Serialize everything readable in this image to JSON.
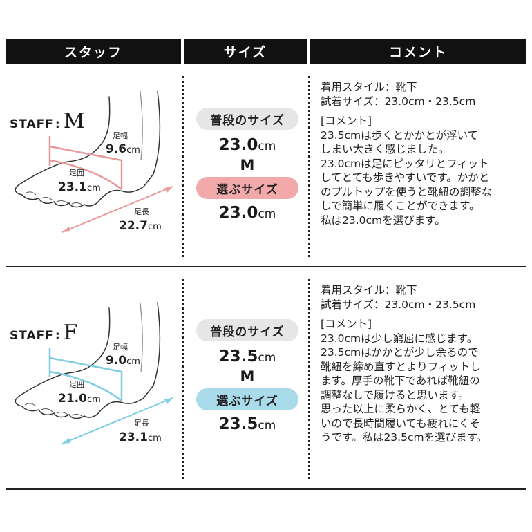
{
  "header": {
    "staff": "スタッフ",
    "size": "サイズ",
    "comment": "コメント"
  },
  "labels": {
    "width": "足幅",
    "girth": "足囲",
    "length": "足長",
    "unit": "cm"
  },
  "rows": [
    {
      "staff_prefix": "STAFF",
      "staff_sep": ":",
      "staff_letter": "M",
      "accent": "#e89a9a",
      "measure": {
        "width": "9.6",
        "girth": "23.1",
        "length": "22.7"
      },
      "usual_label": "普段のサイズ",
      "usual_size": "23.0",
      "usual_letter": "M",
      "chosen_label": "選ぶサイズ",
      "chosen_size": "23.0",
      "style_line": "着用スタイル：靴下",
      "tried_line": "試着サイズ：23.0cm・23.5cm",
      "comment_head": "[コメント]",
      "comment_body": "23.5cmは歩くとかかとが浮いて\nしまい大きく感じました。\n23.0cmは足にピッタリとフィット\nしてとても歩きやすいです。かかと\nのプルトップを使うと靴紐の調整な\nしで簡単に履くことができます。\n私は23.0cmを選びます。"
    },
    {
      "staff_prefix": "STAFF",
      "staff_sep": ":",
      "staff_letter": "F",
      "accent": "#7fcde3",
      "measure": {
        "width": "9.0",
        "girth": "21.0",
        "length": "23.1"
      },
      "usual_label": "普段のサイズ",
      "usual_size": "23.5",
      "usual_letter": "M",
      "chosen_label": "選ぶサイズ",
      "chosen_size": "23.5",
      "style_line": "着用スタイル：靴下",
      "tried_line": "試着サイズ：23.0cm・23.5cm",
      "comment_head": "[コメント]",
      "comment_body": "23.0cmは少し窮屈に感じます。\n23.5cmはかかとが少し余るので\n靴紐を締め直すとよりフィットし\nます。厚手の靴下であれば靴紐の\n調整なしで履けると思います。\n思った以上に柔らかく、とても軽\nいので長時間履いても疲れにくそ\nうです。私は23.5cmを選びます。"
    }
  ]
}
